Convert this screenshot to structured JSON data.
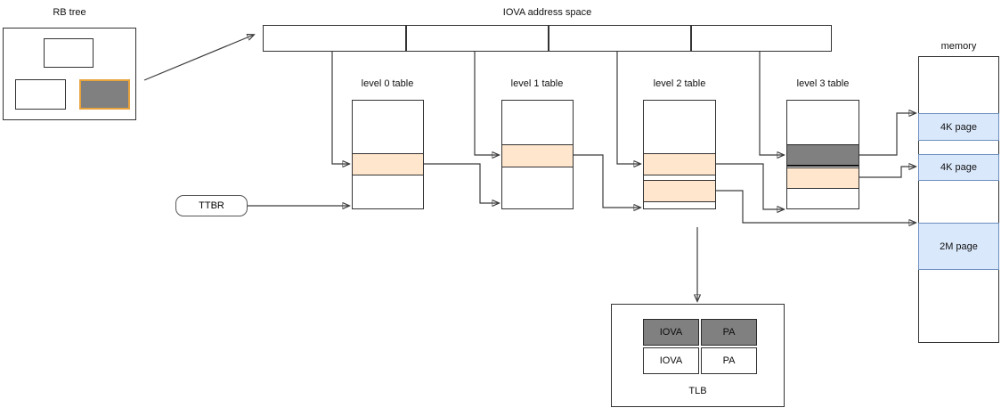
{
  "rb_tree": {
    "label": "RB tree"
  },
  "iova": {
    "label": "IOVA address space"
  },
  "tables": [
    {
      "label": "level 0 table"
    },
    {
      "label": "level 1 table"
    },
    {
      "label": "level 2 table"
    },
    {
      "label": "level 3 table"
    }
  ],
  "ttbr": {
    "label": "TTBR"
  },
  "memory": {
    "label": "memory",
    "pages": [
      {
        "label": "4K page"
      },
      {
        "label": "4K page"
      },
      {
        "label": "2M page"
      }
    ]
  },
  "tlb": {
    "label": "TLB",
    "rows": [
      {
        "iova": "IOVA",
        "pa": "PA"
      },
      {
        "iova": "IOVA",
        "pa": "PA"
      }
    ]
  },
  "colors": {
    "highlight": "#ffe6cc",
    "gray_fill": "#808080",
    "page_fill": "#dae8fc",
    "page_border": "#6c8ebf",
    "rb_selected_border": "#e8a33d",
    "line": "#3b3b3b"
  }
}
